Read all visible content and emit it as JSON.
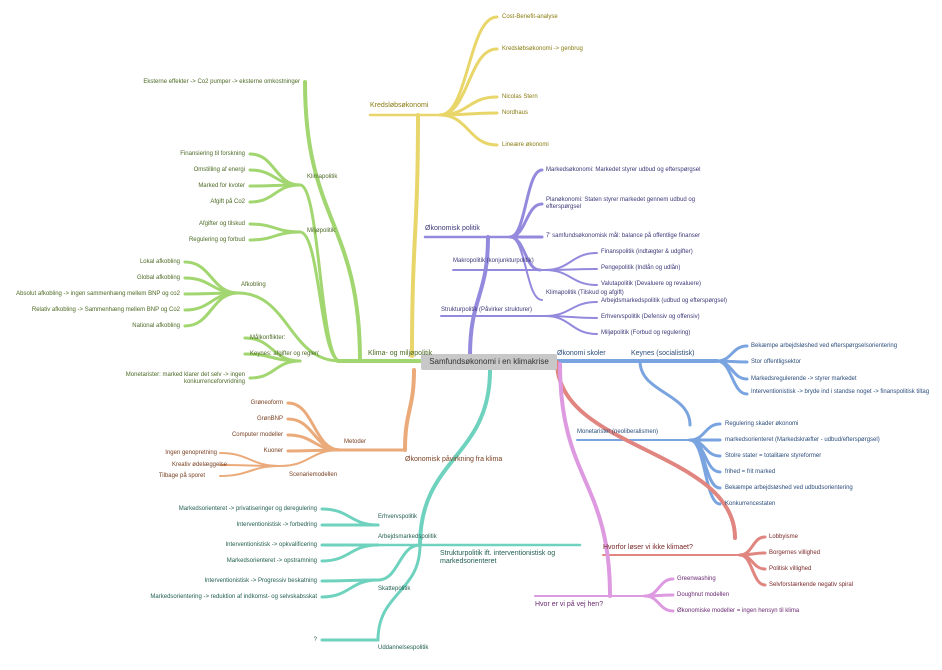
{
  "root": "Samfundsøkonomi i en klimakrise",
  "colors": {
    "yellow": "#e8d66a",
    "purple": "#9389dd",
    "blue": "#7aa4e0",
    "red": "#e0857f",
    "pink": "#dd9ae0",
    "teal": "#6fd2be",
    "orange": "#eaaa7a",
    "green": "#a2d670"
  },
  "kredslob": {
    "title": "Kredsløbsøkonomi",
    "items": [
      "Cost-Benefit-analyse",
      "Kredsløbsøkonomi -> genbrug",
      "Nicolas Stern",
      "Nordhaus",
      "Lineære økonomi"
    ]
  },
  "oek_politik": {
    "title": "Økonomisk politik",
    "items": [
      "Markedsøkonomi: Markedet styrer udbud og efterspørgsel",
      "Planøkonomi: Staten styrer markedet gennem udbud og efterspørgsel",
      "7' samfundsøkonomisk mål: balance på offentlige finanser"
    ],
    "makro": {
      "title": "Makropolitik (konjunkturpolitik)",
      "items": [
        "Finanspolitik (indtægter & udgifter)",
        "Pengepolitik (Indlån og udlån)",
        "Valutapolitik (Devaluere og revaluere)",
        "Klimapolitik (Tilskud og afgift)"
      ]
    },
    "struktur": {
      "title": "Strukturpolitik (Påvirker strukturer)",
      "items": [
        "Arbejdsmarkedspolitik (udbud og efterspørgsel)",
        "Erhvervspolitik (Defensiv og offensiv)",
        "Miljøpolitik (Forbud og regulering)"
      ]
    }
  },
  "skoler": {
    "title": "Økonomi skoler",
    "keynes": {
      "title": "Keynes (socialistisk)",
      "items": [
        "Bekæmpe arbejdsløshed ved efterspørgselsorientering",
        "Stor offentligsektor",
        "Markedsregulerende -> styrer markedet",
        "Interventionistisk -> bryde ind i standse noget -> finanspolitisk tiltag"
      ]
    },
    "monetarister": {
      "title": "Monetarister (neoliberalismen)",
      "items": [
        "Regulering skader økonomi",
        "markedsorienteret (Markedskræfter - udbud/efterspørgsel)",
        "Stolre stater = totalitære styreformer",
        "frihed = frit marked",
        "Bekæmpe arbejdsløshed ved udbudsorientering",
        "Konkurrencestaten"
      ]
    }
  },
  "hvorfor": {
    "title": "Hvorfor løser vi ikke klimaet?",
    "items": [
      "Lobbyisme",
      "Borgernes villighed",
      "Politisk villighed",
      "Selvforstærkende negativ spiral"
    ]
  },
  "hvor": {
    "title": "Hvor er vi på vej hen?",
    "items": [
      "Greenwashing",
      "Doughnut modellen",
      "Økonomiske modeller = ingen hensyn til klima"
    ]
  },
  "strukturpolitik": {
    "title": "Strukturpolitik ift. interventionistisk og markedsorienteret",
    "erhverv": {
      "title": "Erhvervspolitik",
      "items": [
        "Markedsorienteret -> privatiseringer og deregulering",
        "Interventionistisk -> forbedring"
      ]
    },
    "arbejds": {
      "title": "Arbejdsmarkedspolitik",
      "items": [
        "Interventionistisk -> opkvalificering",
        "Markedsorienteret -> opstramning"
      ]
    },
    "skatte": {
      "title": "Skattepolitik",
      "items": [
        "Interventionistisk -> Progressiv beskatning",
        "Markedsorientering -> reduktion af indkomst- og selvskabsskat"
      ]
    },
    "uddannelse": {
      "title": "Uddannelsespolitik",
      "items": [
        "?"
      ]
    }
  },
  "paavirkning": {
    "title": "Økonomisk påvirkning fra klima",
    "metoder": {
      "title": "Metoder",
      "items": [
        "Grøneoform",
        "GrønBNP",
        "Computer modeller",
        "Kuoner"
      ],
      "scenarie": {
        "title": "Scenariemodellen",
        "items": [
          "Ingen genopretning",
          "Kreativ ødelæggelse",
          "Tilbage på sporet"
        ]
      }
    }
  },
  "klima_miljo": {
    "title": "Klima- og miljøpolitik",
    "top": "Eksterne effekter -> Co2 pumper -> eksterne omkostninger",
    "klimapolitik": {
      "title": "Klimapolitik",
      "items": [
        "Finansiering til forskning",
        "Omstilling af energi",
        "Marked for kvoter",
        "Afgift på Co2"
      ]
    },
    "miljo": {
      "title": "Miljøpolitik:",
      "items": [
        "Afgifter og tilskud",
        "Regulering og forbud"
      ]
    },
    "afkobling": {
      "title": "Afkobling",
      "items": [
        "Lokal afkobling",
        "Global afkobling",
        "Absolut afkobling -> ingen sammenhæng mellem BNP og co2",
        "Relativ afkobling -> Sammenhæng mellem BNP og Co2",
        "National afkobling"
      ]
    },
    "loose": [
      "Målkonflikter:",
      "Keynes: afgifter og regler(",
      "Monetarister: marked klarer det selv -> ingen konkurrenceforvridning"
    ]
  }
}
